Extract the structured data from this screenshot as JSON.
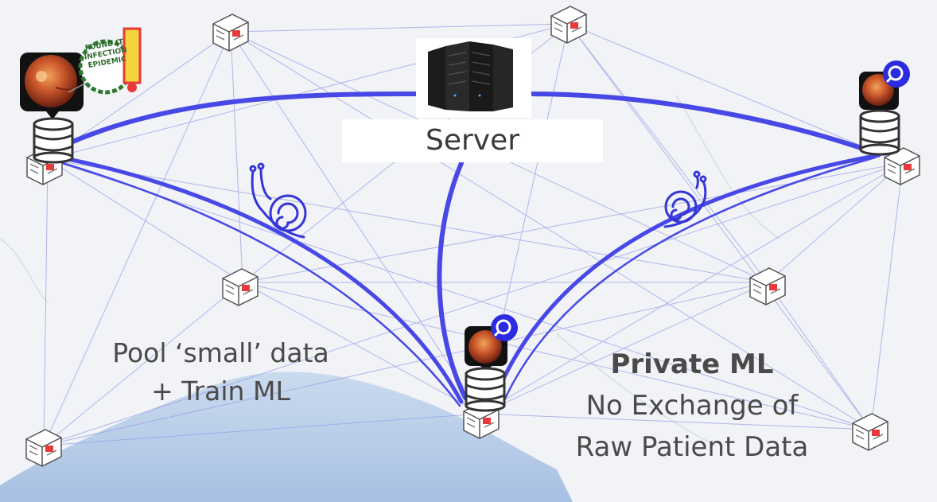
{
  "server": {
    "label": "Server"
  },
  "pool": {
    "line1": "Pool ‘small’ data",
    "line2": "+ Train ML"
  },
  "private_ml": {
    "title": "Private ML",
    "line2": "No Exchange of",
    "line3": "Raw Patient Data"
  },
  "alert_badge": {
    "lines": [
      "FOUND IT",
      "INFECTION",
      "EPIDEMIC"
    ],
    "mark": "!"
  },
  "colors": {
    "link": "#4848e6",
    "mesh": "#9aa0e8",
    "sea": "#a8c2e4",
    "alert": "#e83a3a",
    "badge_green": "#2f7a2f"
  }
}
